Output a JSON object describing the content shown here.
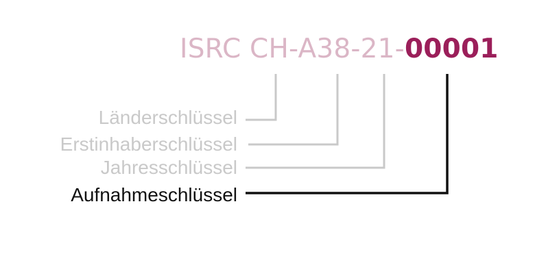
{
  "isrc": {
    "prefix": "ISRC ",
    "country": "CH",
    "sep1": "-",
    "registrant": "A38",
    "sep2": "-",
    "year": "21",
    "sep3": "-",
    "designation": "00001"
  },
  "labels": {
    "country_code": "Länderschlüssel",
    "first_owner_code": "Erstinhaberschlüssel",
    "year_code": "Jahresschlüssel",
    "recording_code": "Aufnahmeschlüssel"
  },
  "colors": {
    "light_pink": "#dbb6c6",
    "magenta": "#9b1f5a",
    "inactive_gray": "#c9c9c9",
    "active_black": "#111111"
  }
}
